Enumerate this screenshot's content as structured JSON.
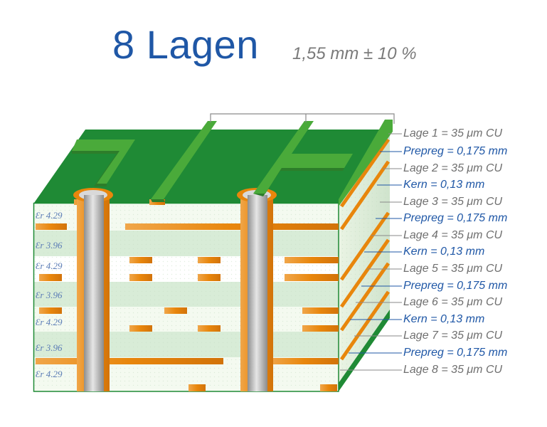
{
  "title": "8 Lagen",
  "subtitle": "1,55 mm ± 10 %",
  "layers": [
    {
      "text": "Lage 1 = 35 μm CU",
      "kind": "copper"
    },
    {
      "text": "Prepreg = 0,175 mm",
      "kind": "dielectric"
    },
    {
      "text": "Lage 2 = 35 μm CU",
      "kind": "copper"
    },
    {
      "text": "Kern = 0,13 mm",
      "kind": "dielectric"
    },
    {
      "text": "Lage 3 = 35 μm CU",
      "kind": "copper"
    },
    {
      "text": "Prepreg = 0,175 mm",
      "kind": "dielectric"
    },
    {
      "text": "Lage 4 = 35 μm CU",
      "kind": "copper"
    },
    {
      "text": "Kern = 0,13 mm",
      "kind": "dielectric"
    },
    {
      "text": "Lage 5 = 35 μm CU",
      "kind": "copper"
    },
    {
      "text": "Prepreg = 0,175 mm",
      "kind": "dielectric"
    },
    {
      "text": "Lage 6 = 35 μm CU",
      "kind": "copper"
    },
    {
      "text": "Kern = 0,13 mm",
      "kind": "dielectric"
    },
    {
      "text": "Lage 7 = 35 μm CU",
      "kind": "copper"
    },
    {
      "text": "Prepreg = 0,175 mm",
      "kind": "dielectric"
    },
    {
      "text": "Lage 8 = 35 μm CU",
      "kind": "copper"
    }
  ],
  "permittivity": [
    "Ɛr 4.29",
    "Ɛr 3.96",
    "Ɛr 4.29",
    "Ɛr 3.96",
    "Ɛr 4.29",
    "Ɛr 3.96",
    "Ɛr 4.29"
  ],
  "colors": {
    "title": "#1f57a6",
    "label_blue": "#1f57a6",
    "label_gray": "#6f6f6f",
    "soldermask_green": "#1f8a35",
    "trace_green": "#4aaa3a",
    "copper": "#e8860c",
    "prepreg": "#f4faf0",
    "core": "#d8ecd7",
    "via": "#a9a9a9"
  }
}
